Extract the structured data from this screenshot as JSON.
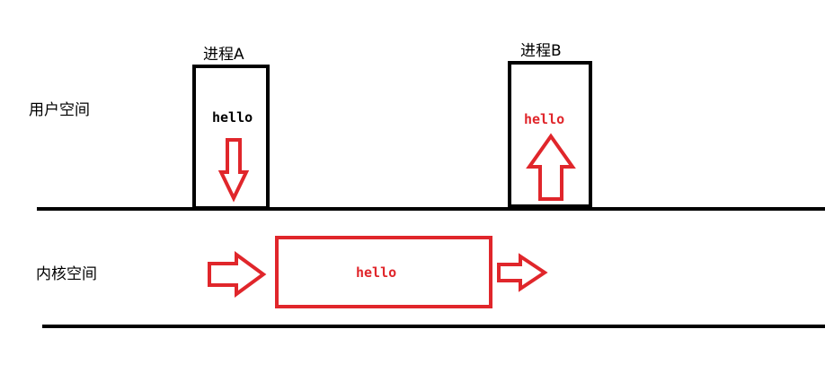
{
  "user_space_label": "用户空间",
  "kernel_space_label": "内核空间",
  "process_a": {
    "title": "进程A",
    "message": "hello",
    "message_color": "#000000"
  },
  "process_b": {
    "title": "进程B",
    "message": "hello",
    "message_color": "#e0262b"
  },
  "kernel_buffer": {
    "message": "hello",
    "message_color": "#e0262b"
  },
  "colors": {
    "arrow": "#e0262b",
    "lines": "#000000"
  },
  "icons": [
    "down-arrow-icon",
    "up-arrow-icon",
    "right-arrow-icon"
  ]
}
